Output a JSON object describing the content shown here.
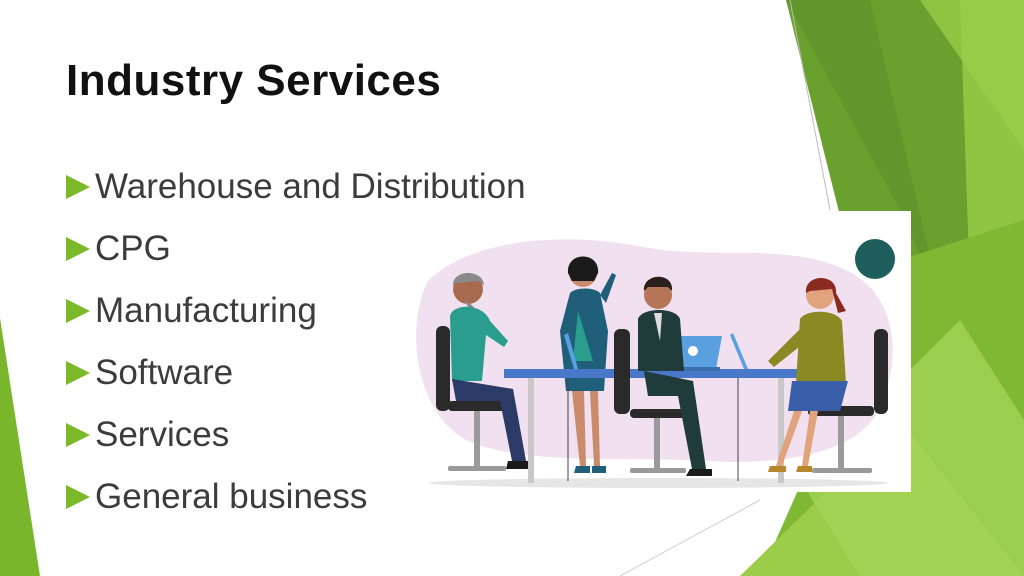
{
  "slide": {
    "title": "Industry Services",
    "bullets": [
      "Warehouse and Distribution",
      "CPG",
      "Manufacturing",
      "Software",
      "Services",
      "General business"
    ]
  },
  "colors": {
    "bullet": "#7cb928",
    "title": "#111111",
    "text": "#3c3c3c",
    "accent_green": "#8dc23c"
  },
  "illustration": {
    "description_icon": "team-meeting-icon"
  }
}
